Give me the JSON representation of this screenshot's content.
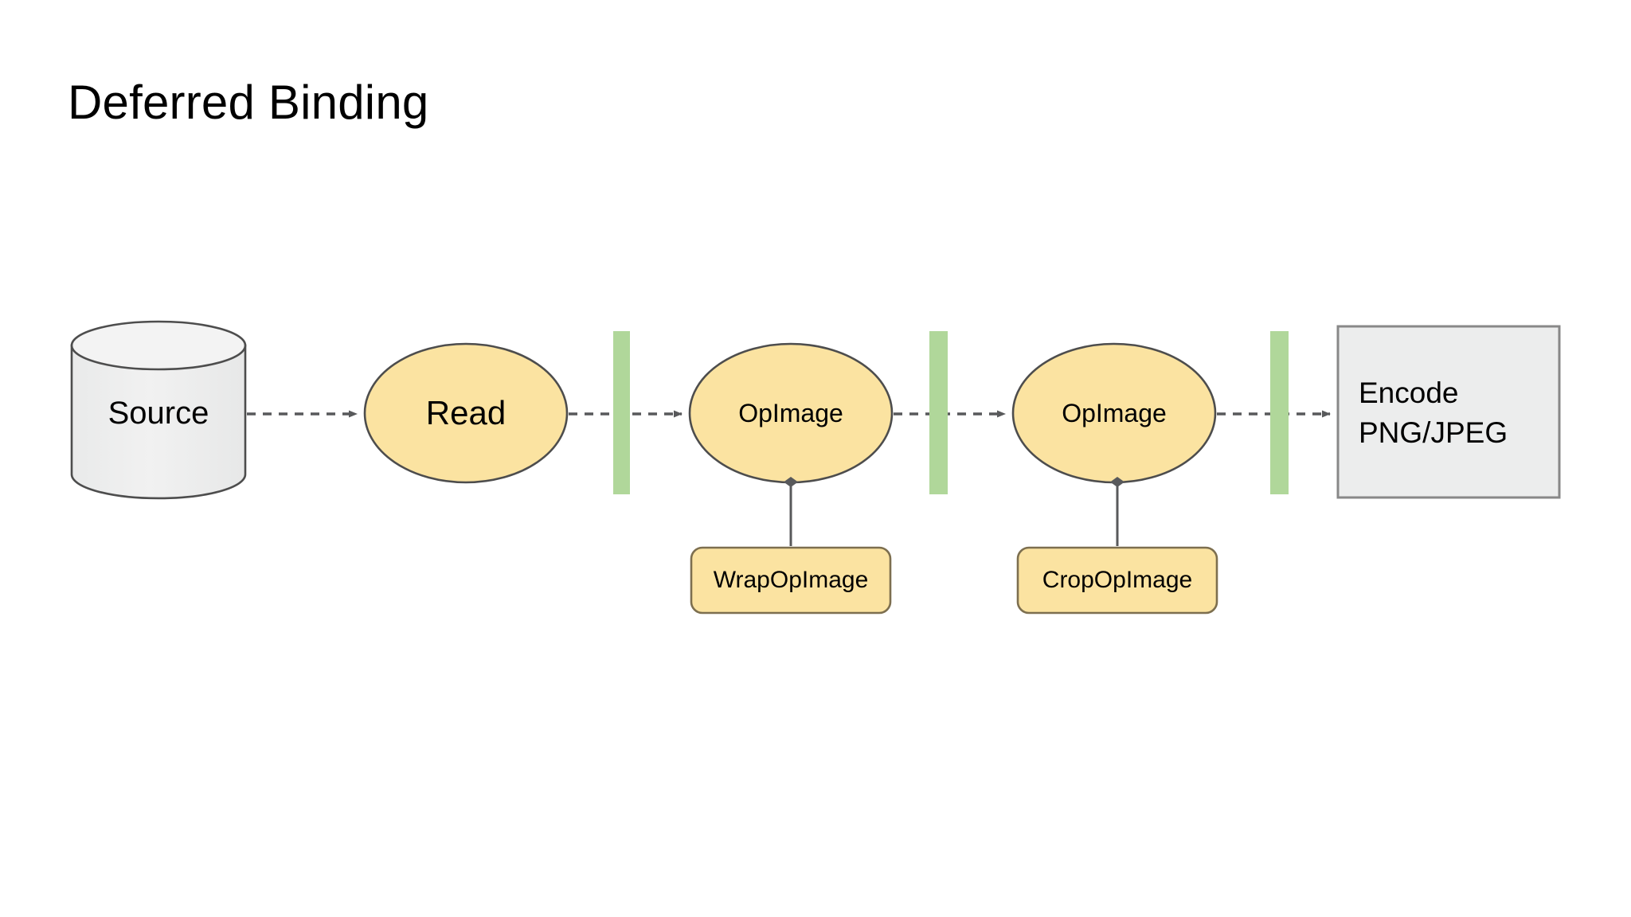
{
  "slide": {
    "title": "Deferred Binding",
    "background_color": "#ffffff"
  },
  "palette": {
    "node_fill_yellow": "#fbe3a1",
    "node_stroke_yellow": "#7d6f4f",
    "node_fill_gray": "#eceded",
    "node_stroke_gray": "#888888",
    "cylinder_stroke": "#4d4d4d",
    "barrier_green": "#b0d79a",
    "edge_gray": "#58595b",
    "text_color": "#000000"
  },
  "diagram": {
    "type": "pipeline-flow",
    "nodes": [
      {
        "id": "source",
        "label": "Source",
        "shape": "cylinder",
        "fill": "#eceded",
        "stroke": "#4d4d4d"
      },
      {
        "id": "read",
        "label": "Read",
        "shape": "ellipse",
        "fill": "#fbe3a1",
        "stroke": "#4d4d4d"
      },
      {
        "id": "opimage-1",
        "label": "OpImage",
        "shape": "ellipse",
        "fill": "#fbe3a1",
        "stroke": "#4d4d4d"
      },
      {
        "id": "opimage-2",
        "label": "OpImage",
        "shape": "ellipse",
        "fill": "#fbe3a1",
        "stroke": "#4d4d4d"
      },
      {
        "id": "wrapopimage",
        "label": "WrapOpImage",
        "shape": "rounded-rect",
        "fill": "#fbe3a1",
        "stroke": "#7d6f4f"
      },
      {
        "id": "cropopimage",
        "label": "CropOpImage",
        "shape": "rounded-rect",
        "fill": "#fbe3a1",
        "stroke": "#7d6f4f"
      },
      {
        "id": "encode",
        "label": "Encode\nPNG/JPEG",
        "shape": "rect",
        "fill": "#eceded",
        "stroke": "#888888"
      }
    ],
    "barriers": [
      {
        "id": "barrier-1",
        "color": "#b0d79a"
      },
      {
        "id": "barrier-2",
        "color": "#b0d79a"
      },
      {
        "id": "barrier-3",
        "color": "#b0d79a"
      }
    ],
    "edges": [
      {
        "id": "edge-source-read",
        "from": "source",
        "to": "read",
        "style": "dashed",
        "arrow": "triangle"
      },
      {
        "id": "edge-read-opimage1",
        "from": "read",
        "to": "opimage-1",
        "style": "dashed",
        "arrow": "triangle"
      },
      {
        "id": "edge-opimage1-opimage2",
        "from": "opimage-1",
        "to": "opimage-2",
        "style": "dashed",
        "arrow": "triangle"
      },
      {
        "id": "edge-opimage2-encode",
        "from": "opimage-2",
        "to": "encode",
        "style": "dashed",
        "arrow": "triangle"
      },
      {
        "id": "edge-wrap-opimage1",
        "from": "wrapopimage",
        "to": "opimage-1",
        "style": "solid",
        "arrow": "diamond"
      },
      {
        "id": "edge-crop-opimage2",
        "from": "cropopimage",
        "to": "opimage-2",
        "style": "solid",
        "arrow": "diamond"
      }
    ]
  }
}
